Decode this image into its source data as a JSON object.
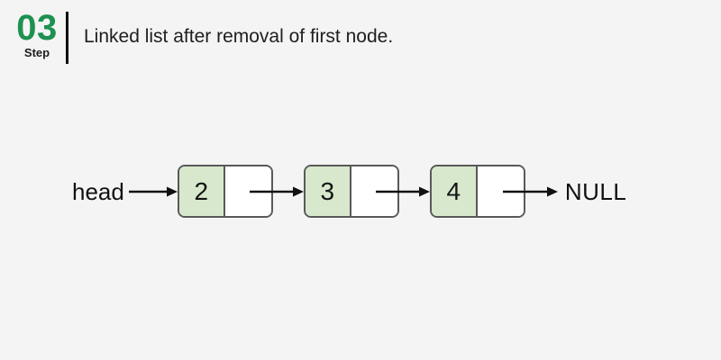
{
  "colors": {
    "accent": "#1e9150",
    "node-fill": "#d7e8cc",
    "node-border": "#595959",
    "bg": "#f4f4f4"
  },
  "header": {
    "step_number": "03",
    "step_label": "Step",
    "title": "Linked list after removal of first node."
  },
  "diagram": {
    "head_label": "head",
    "null_label": "NULL",
    "nodes": [
      {
        "value": "2"
      },
      {
        "value": "3"
      },
      {
        "value": "4"
      }
    ]
  }
}
